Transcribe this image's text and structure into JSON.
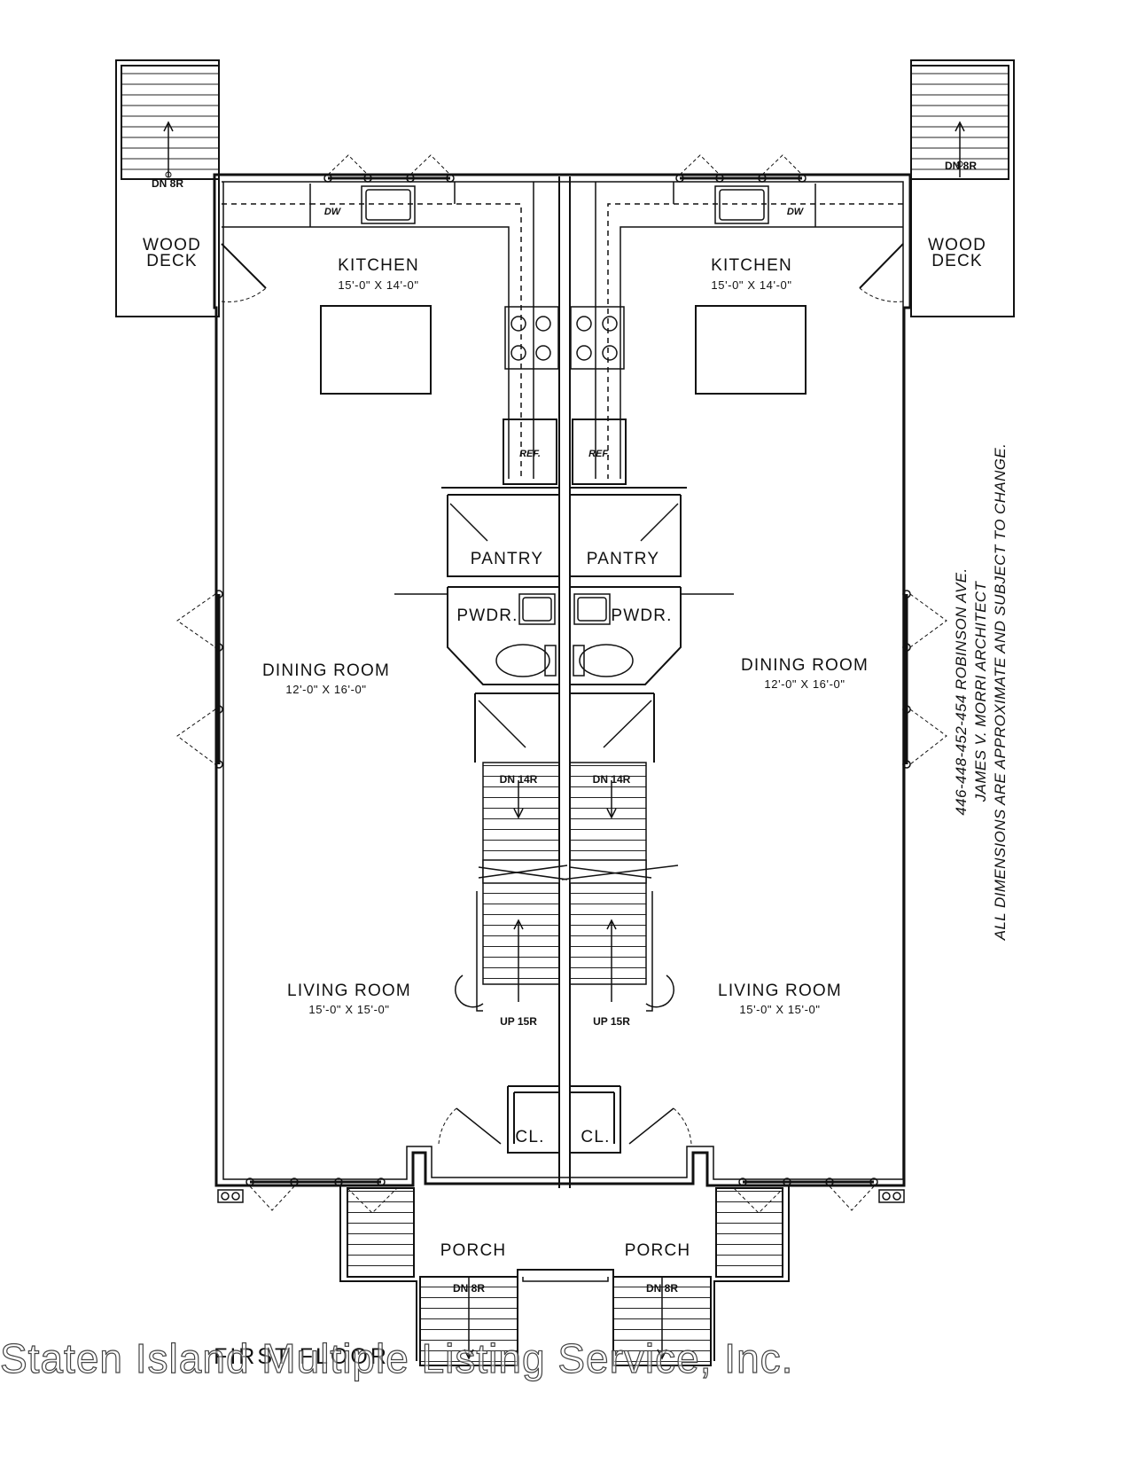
{
  "rooms": {
    "kitchen_left": {
      "name": "KITCHEN",
      "dims": "15'-0\" X 14'-0\""
    },
    "kitchen_right": {
      "name": "KITCHEN",
      "dims": "15'-0\" X 14'-0\""
    },
    "dining_left": {
      "name": "DINING ROOM",
      "dims": "12'-0\" X 16'-0\""
    },
    "dining_right": {
      "name": "DINING ROOM",
      "dims": "12'-0\" X 16'-0\""
    },
    "living_left": {
      "name": "LIVING ROOM",
      "dims": "15'-0\" X 15'-0\""
    },
    "living_right": {
      "name": "LIVING ROOM",
      "dims": "15'-0\" X 15'-0\""
    },
    "pantry_left": "PANTRY",
    "pantry_right": "PANTRY",
    "pwdr_left": "PWDR.",
    "pwdr_right": "PWDR.",
    "closet_left": "CL.",
    "closet_right": "CL.",
    "porch_left": "PORCH",
    "porch_right": "PORCH",
    "deck_left_1": "WOOD",
    "deck_left_2": "DECK",
    "deck_right_1": "WOOD",
    "deck_right_2": "DECK"
  },
  "fixtures": {
    "dw": "DW",
    "ref": "REF."
  },
  "stairs": {
    "deck_dn": "DN 8R",
    "interior_dn": "DN 14R",
    "interior_up": "UP 15R",
    "porch_dn": "DN 8R"
  },
  "notes": {
    "address": "446-448-452-454 ROBINSON AVE.",
    "architect": "JAMES V. MORRI ARCHITECT",
    "disclaimer": "ALL DIMENSIONS ARE APPROXIMATE AND SUBJECT TO CHANGE."
  },
  "title": "FIRST FLOOR",
  "watermark": "Staten Island Multiple Listing Service, Inc."
}
